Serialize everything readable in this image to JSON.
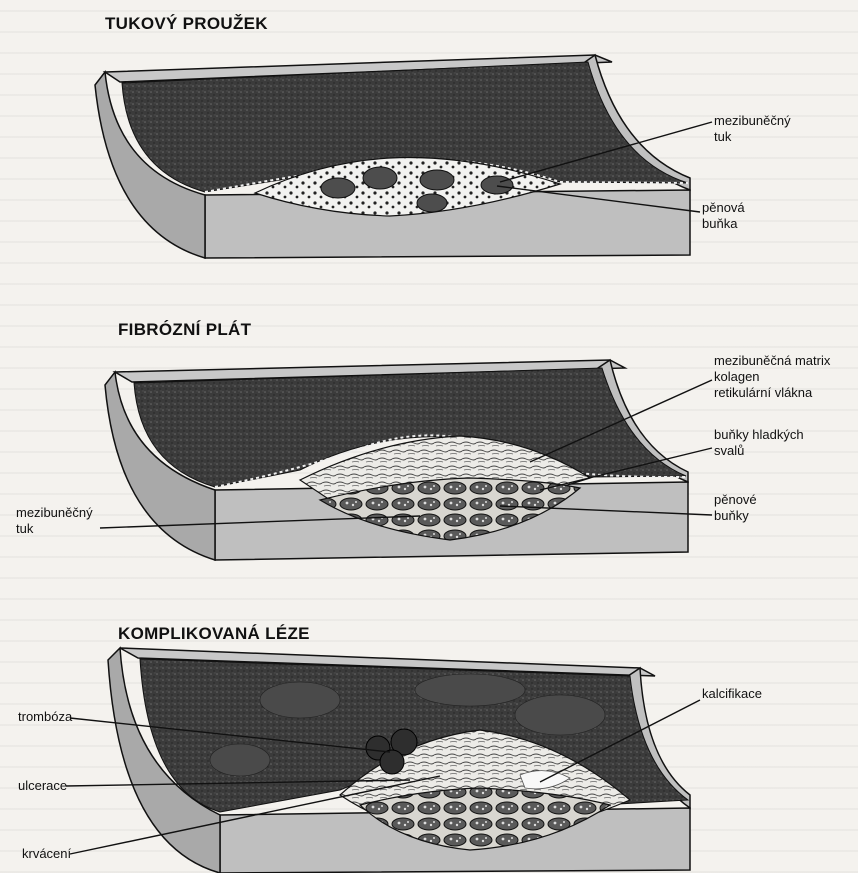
{
  "panels": {
    "fatty_streak": {
      "title": "TUKOVÝ PROUŽEK",
      "labels": {
        "extracellular_fat_1": "mezibuněčný",
        "extracellular_fat_2": "tuk",
        "foam_cell_1": "pěnová",
        "foam_cell_2": "buňka"
      }
    },
    "fibrous_plaque": {
      "title": "FIBRÓZNÍ PLÁT",
      "labels": {
        "matrix_1": "mezibuněčná matrix",
        "matrix_2": "kolagen",
        "matrix_3": "retikulární vlákna",
        "smooth_muscle_1": "buňky hladkých",
        "smooth_muscle_2": "svalů",
        "foam_cells_1": "pěnové",
        "foam_cells_2": "buňky",
        "fat_1": "mezibuněčný",
        "fat_2": "tuk"
      }
    },
    "complicated_lesion": {
      "title": "KOMPLIKOVANÁ LÉZE",
      "labels": {
        "thrombosis": "trombóza",
        "ulceration": "ulcerace",
        "hemorrhage": "krvácení",
        "calcification": "kalcifikace"
      }
    }
  }
}
